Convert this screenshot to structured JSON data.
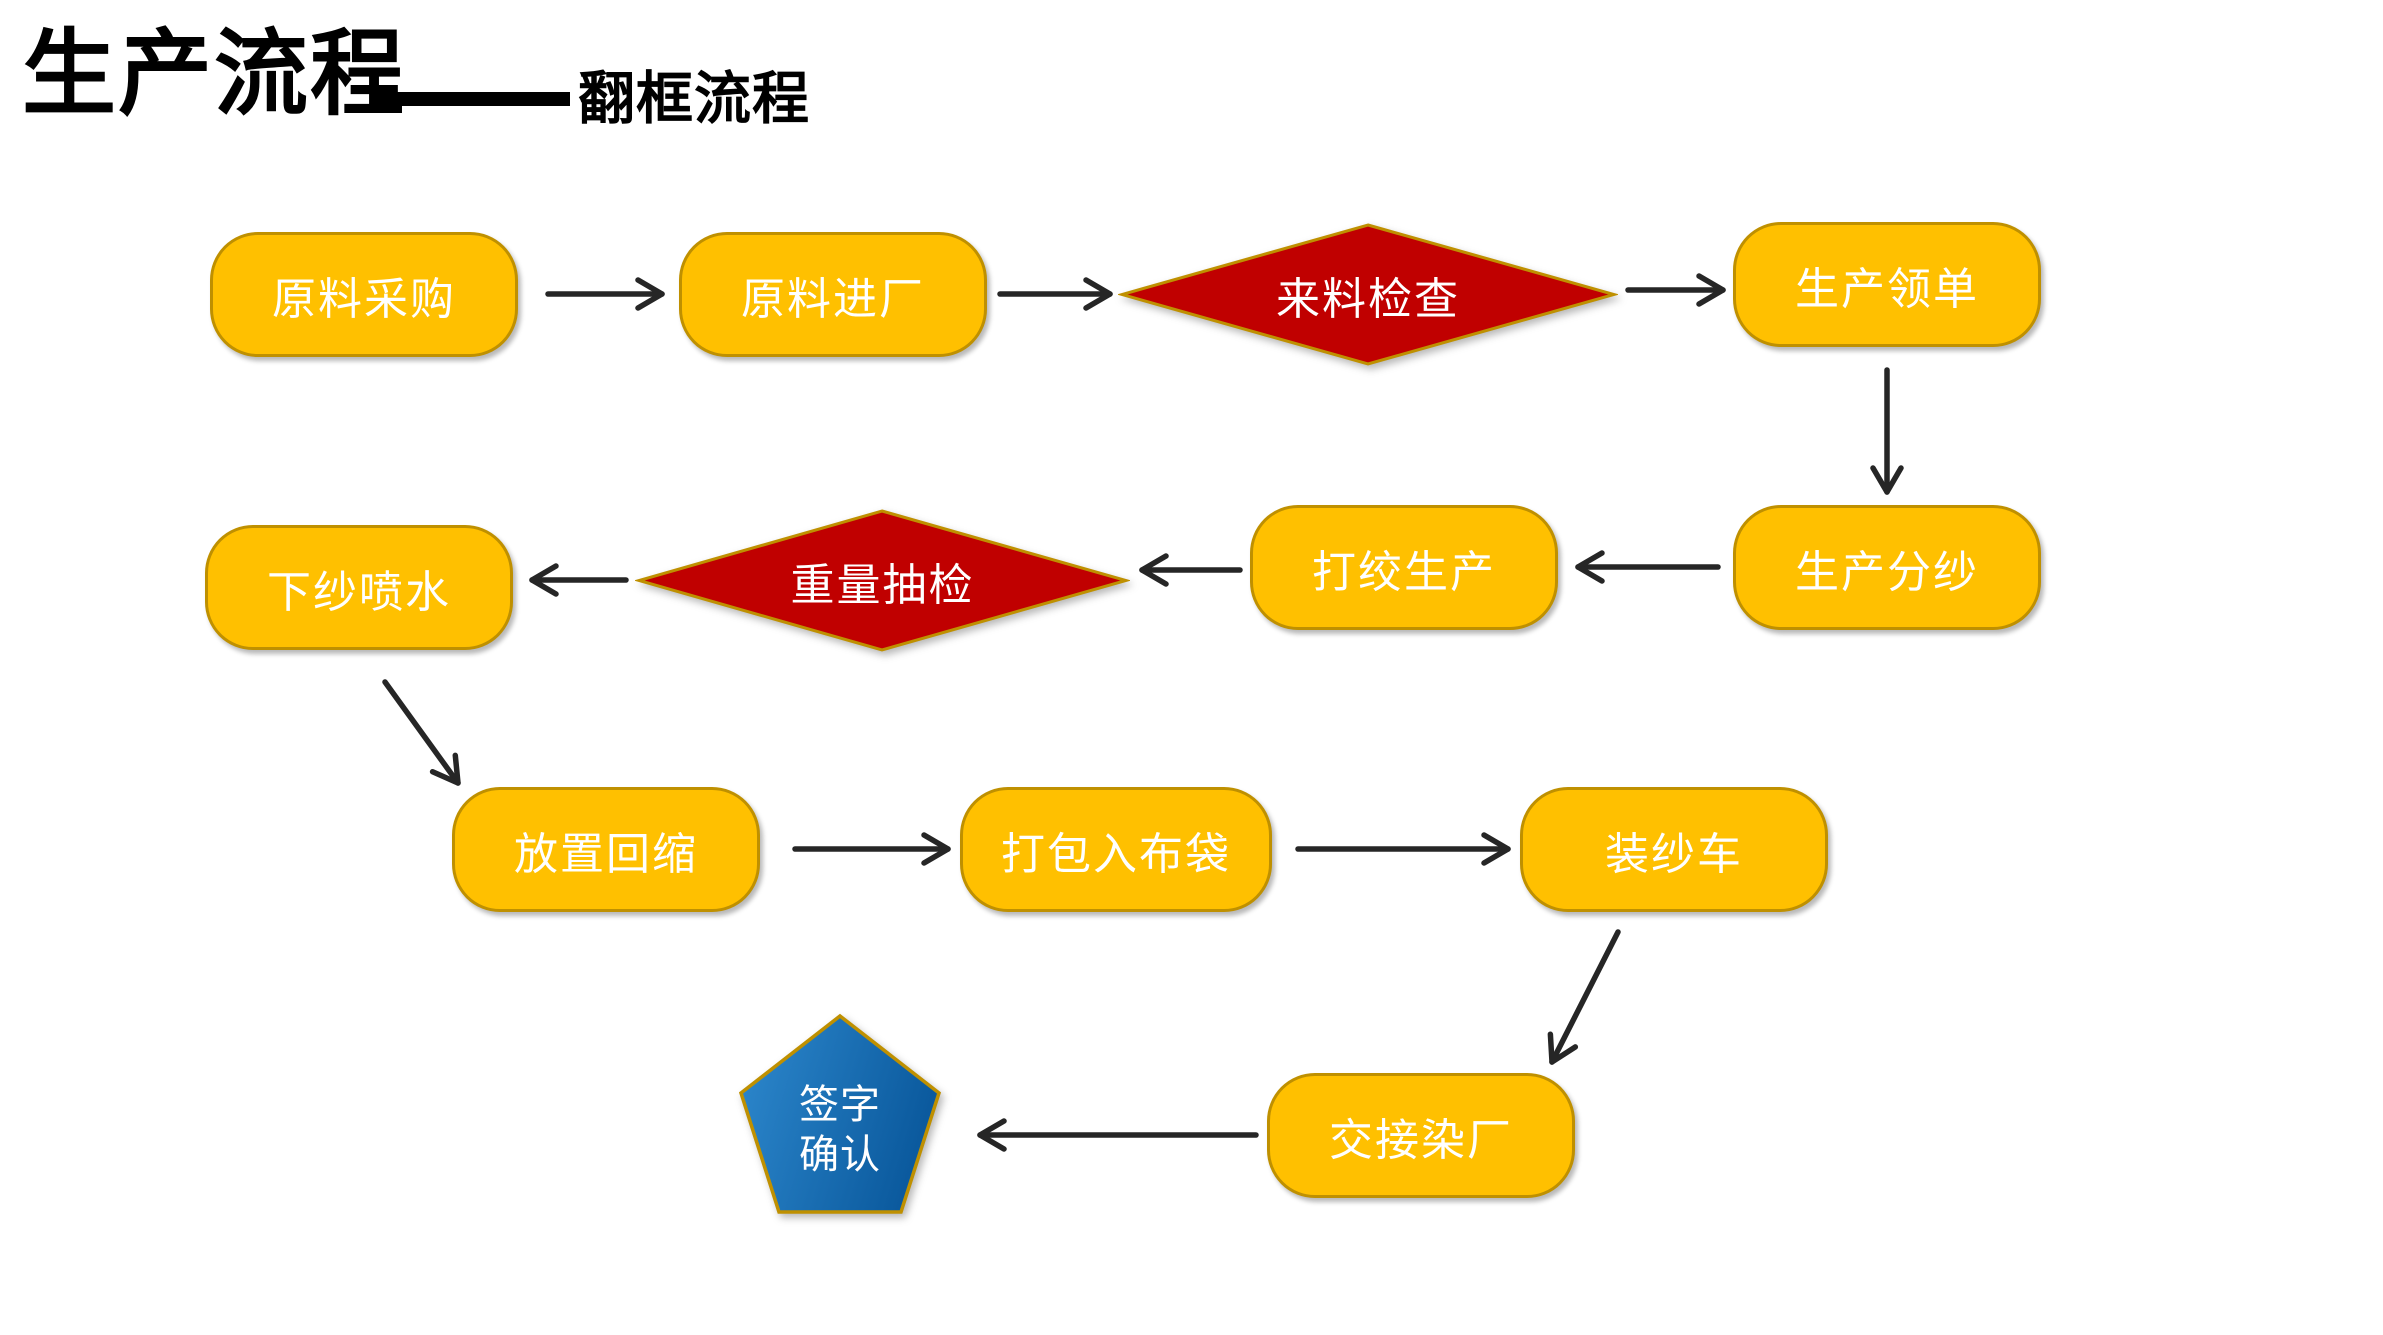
{
  "title": {
    "main": "生产流程",
    "dash": "——",
    "sub": "翻框流程"
  },
  "colors": {
    "process_fill": "#FFC000",
    "process_border": "#BF9000",
    "decision_fill": "#C00000",
    "decision_border": "#BF9000",
    "terminator_fill_light": "#2E89CE",
    "terminator_fill_dark": "#0B5A9E",
    "terminator_border": "#BF9000",
    "arrow": "#262626",
    "node_text": "#FFFFFF",
    "title_text": "#000000"
  },
  "nodes": [
    {
      "id": "n1",
      "label": "原料采购",
      "shape": "rounded"
    },
    {
      "id": "n2",
      "label": "原料进厂",
      "shape": "rounded"
    },
    {
      "id": "n3",
      "label": "来料检查",
      "shape": "diamond"
    },
    {
      "id": "n4",
      "label": "生产领单",
      "shape": "rounded"
    },
    {
      "id": "n5",
      "label": "生产分纱",
      "shape": "rounded"
    },
    {
      "id": "n6",
      "label": "打绞生产",
      "shape": "rounded"
    },
    {
      "id": "n7",
      "label": "重量抽检",
      "shape": "diamond"
    },
    {
      "id": "n8",
      "label": "下纱喷水",
      "shape": "rounded"
    },
    {
      "id": "n9",
      "label": "放置回缩",
      "shape": "rounded"
    },
    {
      "id": "n10",
      "label": "打包入布袋",
      "shape": "rounded"
    },
    {
      "id": "n11",
      "label": "装纱车",
      "shape": "rounded"
    },
    {
      "id": "n12",
      "label": "交接染厂",
      "shape": "rounded"
    },
    {
      "id": "n13",
      "label": "签字确认",
      "shape": "pentagon",
      "lines": [
        "签字",
        "确认"
      ]
    }
  ],
  "edges": [
    {
      "from": "原料采购",
      "to": "原料进厂"
    },
    {
      "from": "原料进厂",
      "to": "来料检查"
    },
    {
      "from": "来料检查",
      "to": "生产领单"
    },
    {
      "from": "生产领单",
      "to": "生产分纱"
    },
    {
      "from": "生产分纱",
      "to": "打绞生产"
    },
    {
      "from": "打绞生产",
      "to": "重量抽检"
    },
    {
      "from": "重量抽检",
      "to": "下纱喷水"
    },
    {
      "from": "下纱喷水",
      "to": "放置回缩"
    },
    {
      "from": "放置回缩",
      "to": "打包入布袋"
    },
    {
      "from": "打包入布袋",
      "to": "装纱车"
    },
    {
      "from": "装纱车",
      "to": "交接染厂"
    },
    {
      "from": "交接染厂",
      "to": "签字确认"
    }
  ]
}
